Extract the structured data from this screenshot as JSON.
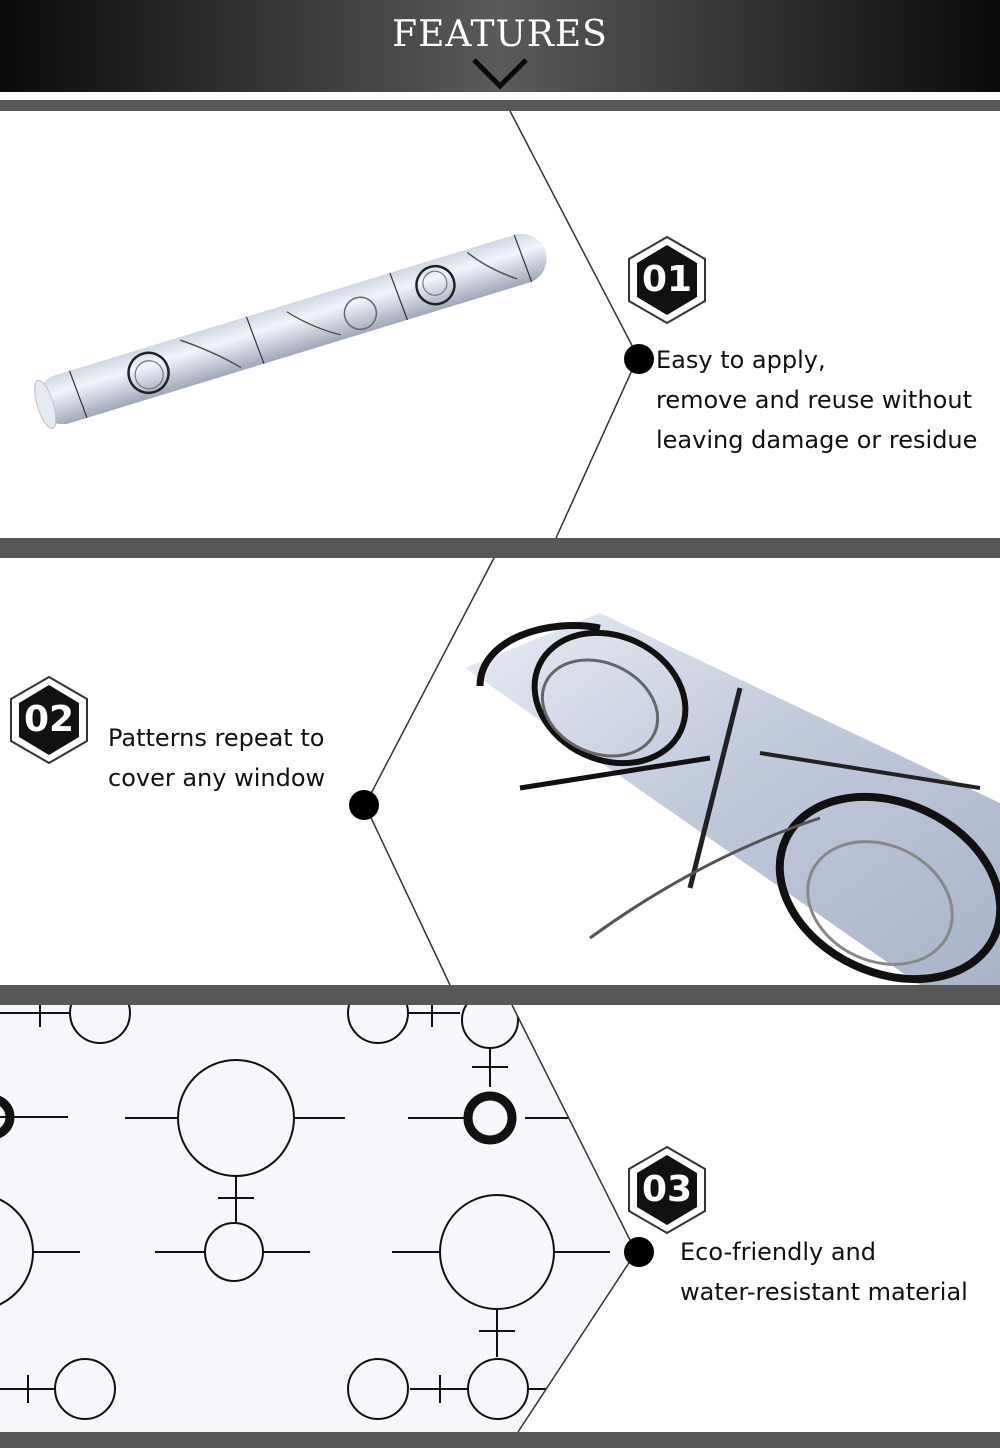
{
  "header": {
    "title": "FEATURES"
  },
  "features": [
    {
      "number": "01",
      "lines": [
        "Easy to apply,",
        "remove and reuse without",
        "leaving damage or residue"
      ]
    },
    {
      "number": "02",
      "lines": [
        "Patterns repeat to",
        "cover any window"
      ]
    },
    {
      "number": "03",
      "lines": [
        "Eco-friendly and",
        "water-resistant material"
      ]
    }
  ],
  "colors": {
    "header_dark": "#0a0a0a",
    "header_mid": "#5a5a5a",
    "band": "#575757",
    "film_tint": "#dfe4ef"
  }
}
